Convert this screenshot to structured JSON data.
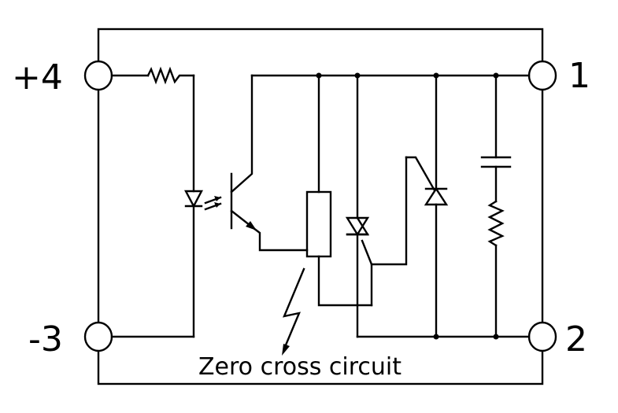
{
  "terminals": {
    "plus4": "+4",
    "minus3": "-3",
    "t1": "1",
    "t2": "2"
  },
  "caption": "Zero cross circuit",
  "colors": {
    "line": "#000000",
    "background": "#ffffff"
  }
}
